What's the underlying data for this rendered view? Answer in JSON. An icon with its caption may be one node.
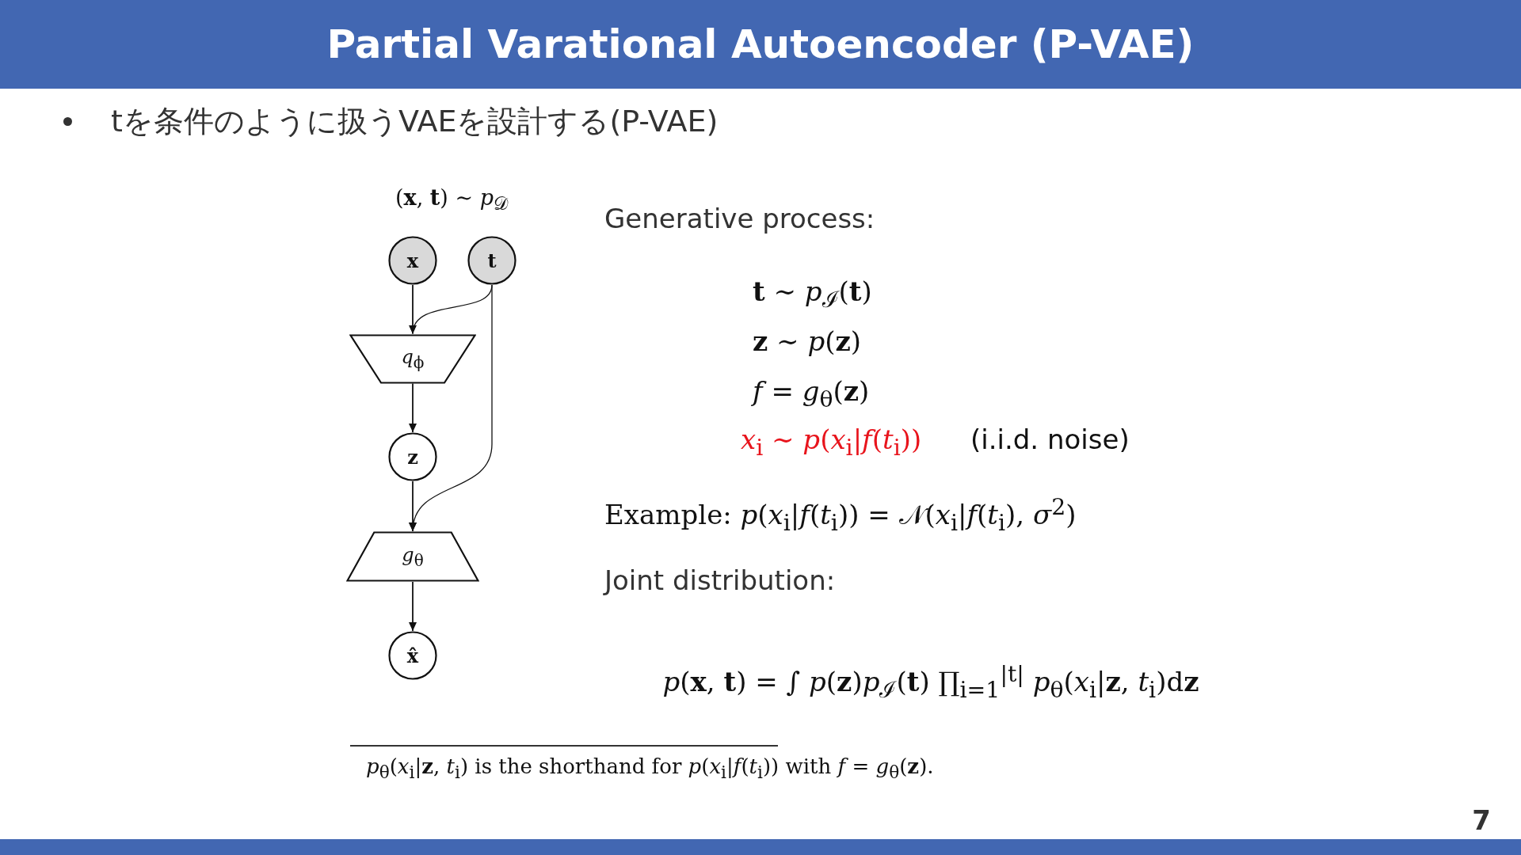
{
  "diagram": {
    "title": "Partial Varational Autoencoder (P-VAE)",
    "nodes": [
      {
        "text": [
          "x"
        ]
      },
      {
        "text": [
          "t"
        ]
      },
      {
        "text": [
          "*q*$_{ϕ}$"
        ]
      },
      {
        "text": [
          "z"
        ]
      },
      {
        "text": [
          "*g*$_{θ}$"
        ]
      },
      {
        "text": [
          "x̂"
        ]
      }
    ],
    "edges": [
      {
        "from": 0,
        "to": 2,
        "arrow": "to"
      },
      {
        "from": 1,
        "to": 2,
        "arrow": "to"
      },
      {
        "from": 2,
        "to": 3,
        "arrow": "to"
      },
      {
        "from": 3,
        "to": 4,
        "arrow": "to"
      },
      {
        "from": 1,
        "to": 4,
        "arrow": "to"
      },
      {
        "from": 4,
        "to": 5,
        "arrow": "to"
      }
    ],
    "labels": [
      "tを条件のように扱うVAEを設計する(P-VAE)",
      "(**x**, **t**) ∼ *p*$_{𝒟}$",
      "Generative process:",
      "**t** ∼ *p*$_{ℐ}$(**t**)",
      "**z** ∼ *p*(**z**)",
      "*f* = *g*$_{θ}$(**z**)",
      "*x*$_{i}$ ∼ *p*(*x*$_{i}$|*f*(*t*$_{i}$))",
      "(i.i.d. noise)",
      "Example: *p*(*x*$_{i}$|*f*(*t*$_{i}$)) = 𝒩(*x*$_{i}$|*f*(*t*$_{i}$), *σ*$^{2}$)",
      "Joint distribution:",
      "*p*(**x**, **t**) = ∫ *p*(**z**)*p*$_{ℐ}$(**t**) ∏$_{i=1}$$^{|t|}$ *p*$_{θ}$(*x*$_{i}$|**z**, *t*$_{i}$)d**z**",
      "*p*$_{θ}$(*x*$_{i}$|**z**, *t*$_{i}$) is the shorthand for *p*(*x*$_{i}$|*f*(*t*$_{i}$)) with *f* = *g*$_{θ}$(**z**).",
      "7"
    ]
  }
}
